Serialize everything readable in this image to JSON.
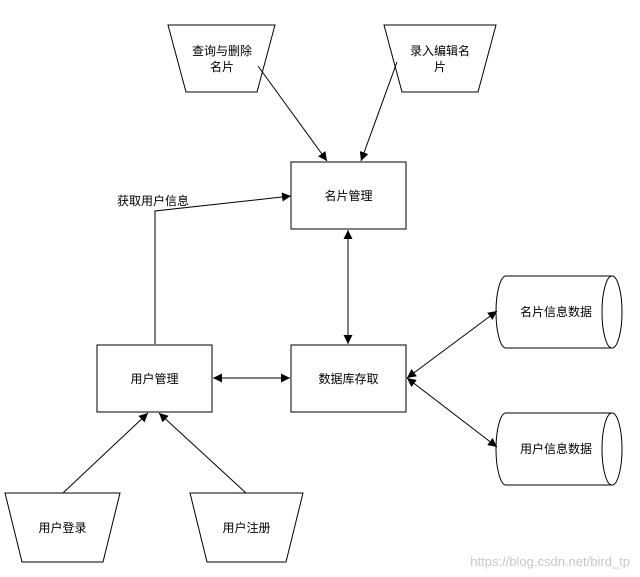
{
  "nodes": {
    "query_delete": "查询与删除名片",
    "entry_edit": "录入编辑名片",
    "card_management": "名片管理",
    "user_management": "用户管理",
    "database_access": "数据库存取",
    "card_info_data": "名片信息数据",
    "user_info_data": "用户信息数据",
    "user_login": "用户登录",
    "user_register": "用户注册"
  },
  "edge_labels": {
    "get_user_info": "获取用户信息"
  },
  "watermark": "https://blog.csdn.net/bird_tp"
}
